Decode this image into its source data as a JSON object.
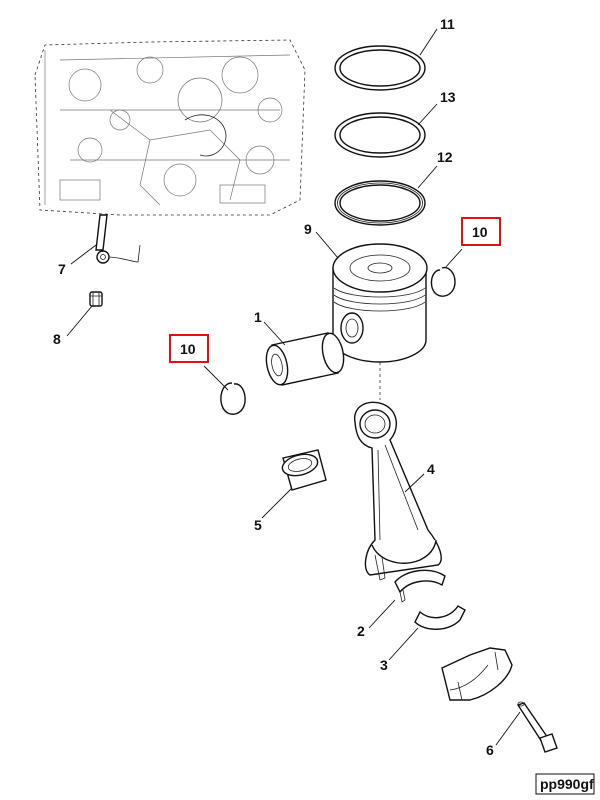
{
  "callouts": {
    "c11": "11",
    "c13": "13",
    "c12": "12",
    "c9": "9",
    "c10a": "10",
    "c10b": "10",
    "c7": "7",
    "c8": "8",
    "c1": "1",
    "c4": "4",
    "c5": "5",
    "c2": "2",
    "c3": "3",
    "c6": "6"
  },
  "highlight_color": "#d11111",
  "figure_tag": "pp990gf"
}
